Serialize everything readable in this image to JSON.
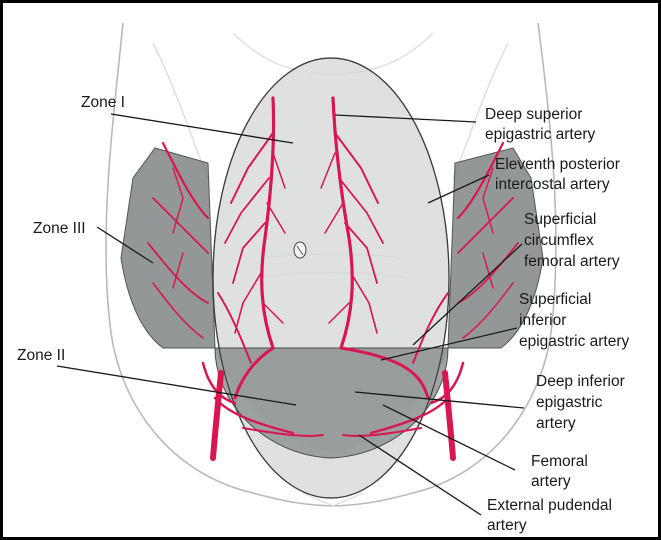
{
  "colors": {
    "artery": "#d9164f",
    "zone_fill": "#6f7475",
    "zone1_fill": "#d6d8d8",
    "zone2_fill": "#9ea3a3",
    "outline": "#b9b9b9",
    "text": "#1a1a1a"
  },
  "labels": {
    "zone_i": "Zone I",
    "zone_ii": "Zone II",
    "zone_iii": "Zone III",
    "deep_superior_1": "Deep superior",
    "deep_superior_2": "epigastric artery",
    "eleventh_1": "Eleventh posterior",
    "eleventh_2": "intercostal artery",
    "sup_circ_1": "Superficial",
    "sup_circ_2": "circumflex",
    "sup_circ_3": "femoral artery",
    "sup_inf_1": "Superficial",
    "sup_inf_2": "inferior",
    "sup_inf_3": "epigastric artery",
    "deep_inf_1": "Deep inferior",
    "deep_inf_2": "epigastric",
    "deep_inf_3": "artery",
    "femoral_1": "Femoral",
    "femoral_2": "artery",
    "ext_pud_1": "External pudendal",
    "ext_pud_2": "artery"
  }
}
